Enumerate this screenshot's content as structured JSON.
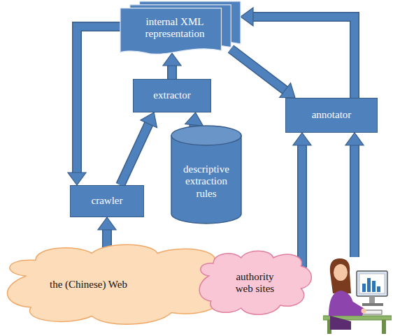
{
  "diagram": {
    "nodes": [
      {
        "text": [
          "internal XML representation"
        ]
      },
      {
        "text": [
          "extractor"
        ]
      },
      {
        "text": [
          "annotator"
        ]
      },
      {
        "text": [
          "crawler"
        ]
      },
      {
        "text": [
          "descriptive extraction rules"
        ]
      },
      {
        "text": [
          "the (Chinese) Web"
        ]
      },
      {
        "text": [
          "authority web sites"
        ]
      }
    ],
    "edges": [
      {
        "from": 0,
        "to": 3,
        "arrow": "to"
      },
      {
        "from": 3,
        "to": 1,
        "arrow": "to"
      },
      {
        "from": 1,
        "to": 0,
        "arrow": "to"
      },
      {
        "from": 4,
        "to": 1,
        "arrow": "to"
      },
      {
        "from": 0,
        "to": 2,
        "arrow": "to"
      },
      {
        "from": 2,
        "to": 0,
        "arrow": "to"
      },
      {
        "from": 5,
        "to": 3,
        "arrow": "to"
      },
      {
        "from": 6,
        "to": 2,
        "arrow": "to"
      }
    ]
  }
}
